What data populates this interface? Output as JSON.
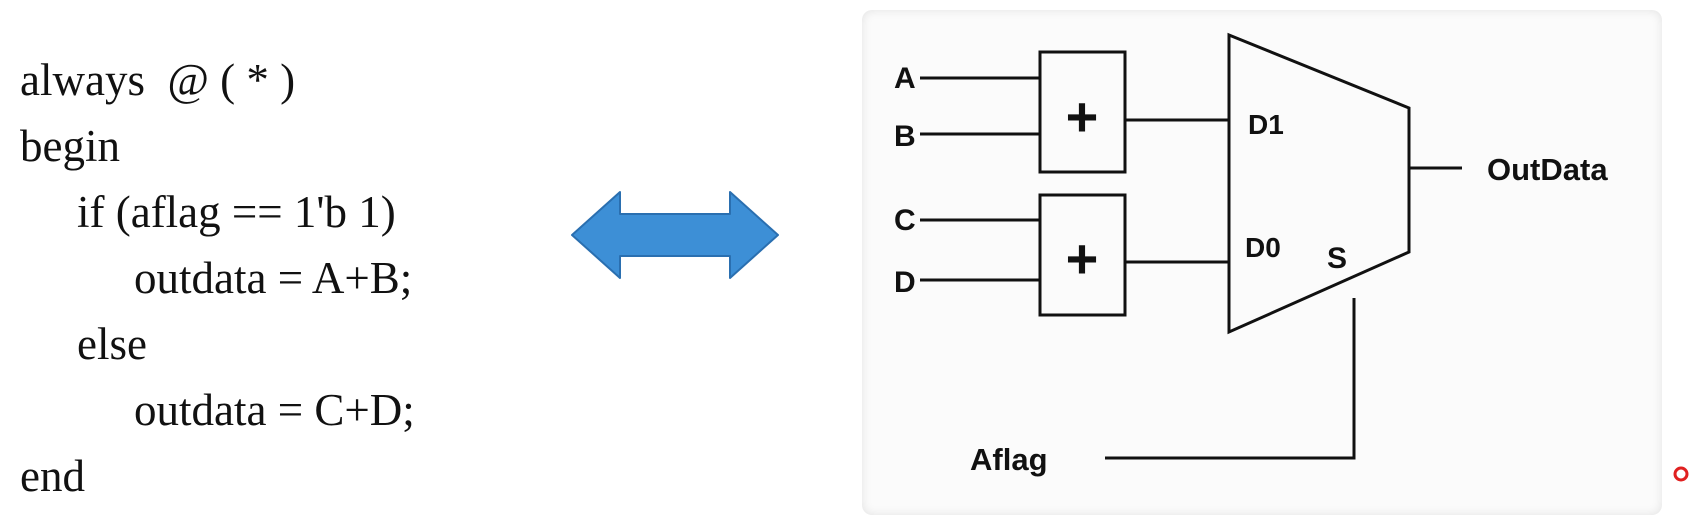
{
  "code": {
    "lines": [
      "always  @ ( * )",
      "begin",
      "if (aflag == 1'b 1)",
      "outdata = A+B;",
      "else",
      "outdata = C+D;",
      "end"
    ]
  },
  "diagram": {
    "inputs": {
      "a": "A",
      "b": "B",
      "c": "C",
      "d": "D"
    },
    "adder_symbol": "+",
    "mux": {
      "d1": "D1",
      "d0": "D0",
      "select": "S"
    },
    "output": "OutData",
    "control": "Aflag"
  },
  "colors": {
    "arrow_fill": "#3d8fd6",
    "arrow_stroke": "#2a6fb0",
    "wire": "#111111",
    "record_dot": "#e02020"
  },
  "icons": {
    "bidirectional_arrow": "double-headed-arrow-icon",
    "recording_indicator": "record-dot-icon"
  }
}
